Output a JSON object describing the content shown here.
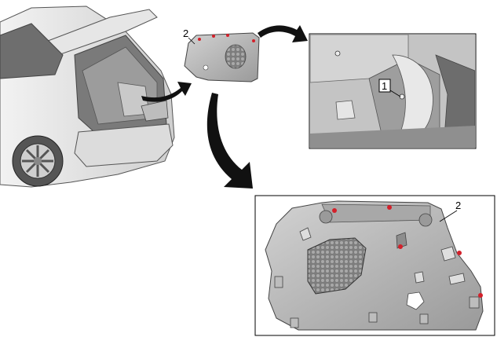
{
  "diagram": {
    "callouts": {
      "upper_panel_label": "2",
      "detail_label": "1",
      "lower_panel_label": "2"
    },
    "colors": {
      "panel_gray": "#b9b9b9",
      "panel_dark": "#8e8e8e",
      "car_body": "#e4e4e4",
      "arrow": "#111111",
      "clip_red": "#d3202a",
      "frame": "#000000"
    },
    "icons": [
      "curved-arrow-icon",
      "clip-marker-icon"
    ]
  }
}
